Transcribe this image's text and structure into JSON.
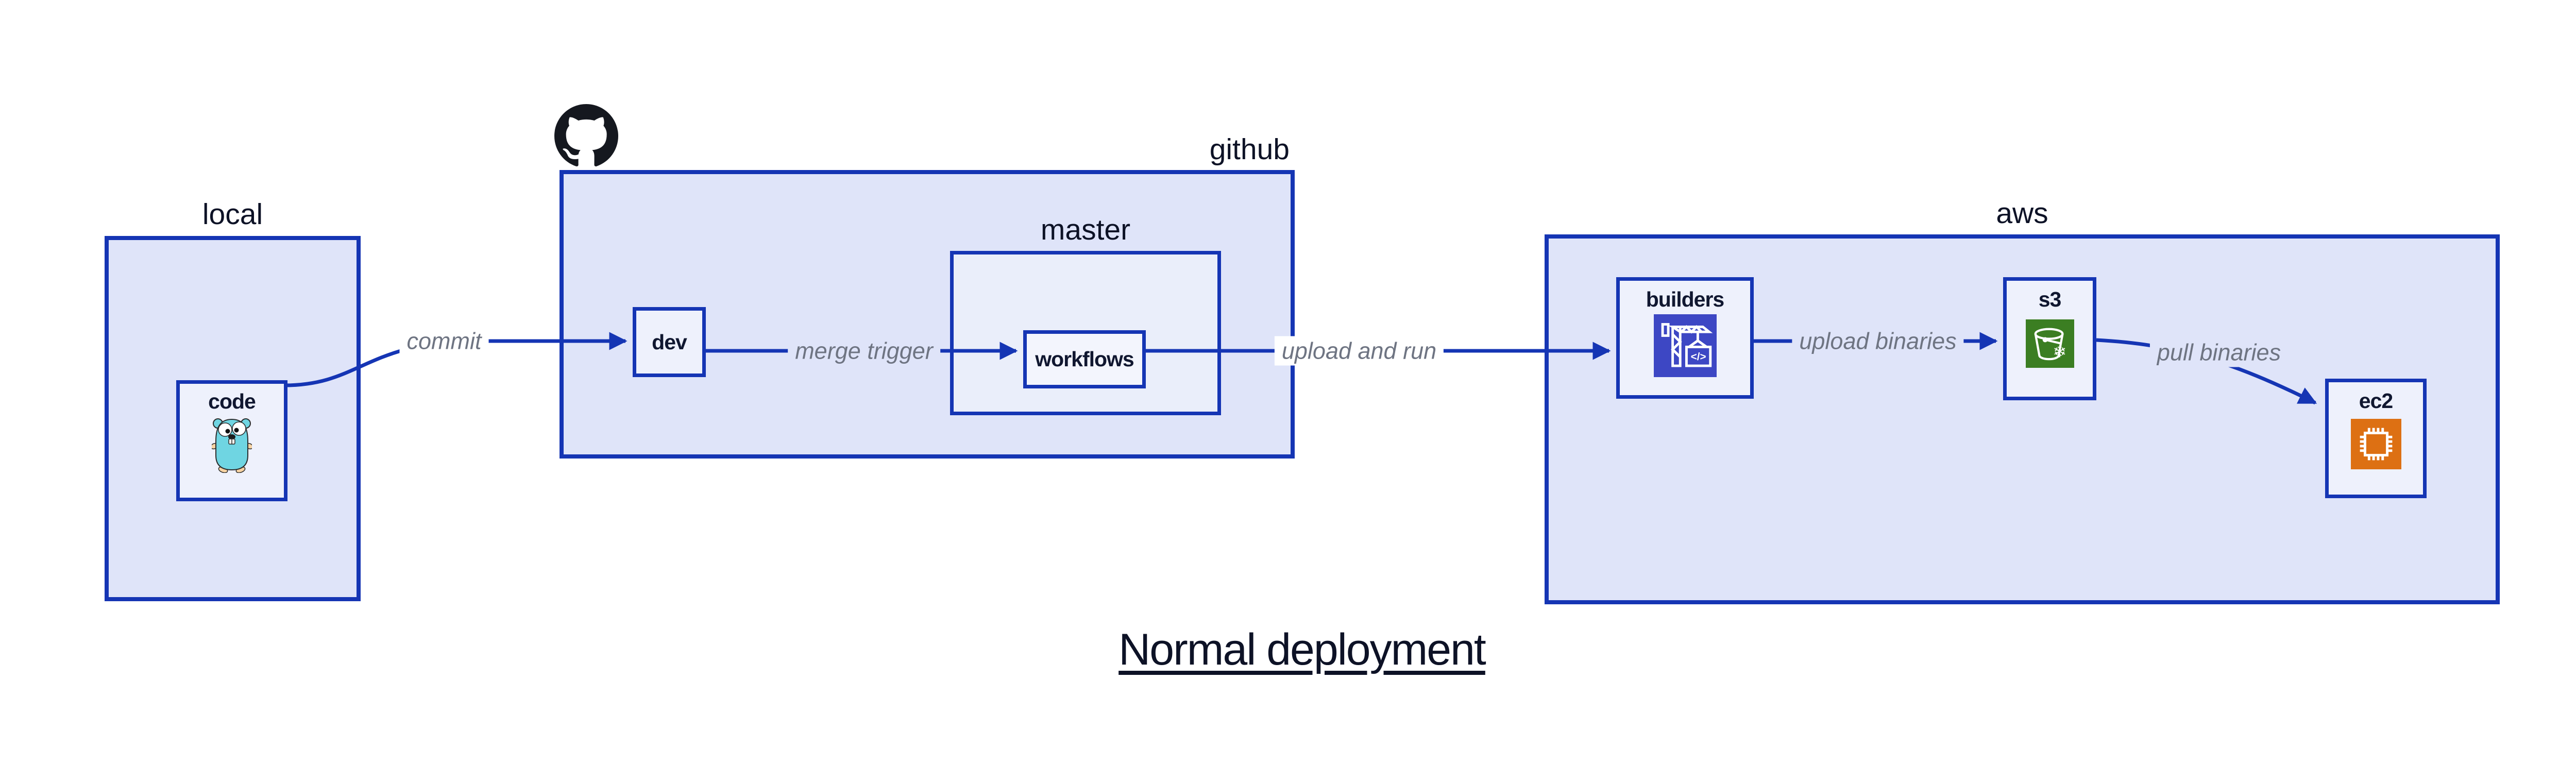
{
  "title": "Normal deployment",
  "regions": {
    "local": {
      "label": "local"
    },
    "github": {
      "label": "github"
    },
    "master": {
      "label": "master"
    },
    "aws": {
      "label": "aws"
    }
  },
  "nodes": {
    "code": {
      "label": "code",
      "icon": "go-gopher-icon"
    },
    "dev": {
      "label": "dev"
    },
    "workflows": {
      "label": "workflows"
    },
    "builders": {
      "label": "builders",
      "icon": "codebuild-crane-icon",
      "icon_glyph": "</>"
    },
    "s3": {
      "label": "s3",
      "icon": "s3-glacier-bucket-icon",
      "icon_glyph": "❄"
    },
    "ec2": {
      "label": "ec2",
      "icon": "ec2-chip-icon"
    }
  },
  "edges": {
    "commit": {
      "label": "commit"
    },
    "merge_trigger": {
      "label": "merge trigger"
    },
    "upload_and_run": {
      "label": "upload and run"
    },
    "upload_binaries": {
      "label": "upload binaries"
    },
    "pull_binaries": {
      "label": "pull binaries"
    }
  },
  "icons": {
    "github": "github-octocat-mark",
    "code": "go-gopher",
    "builders": "aws-codebuild-crane",
    "s3": "aws-s3-glacier-bucket",
    "ec2": "aws-ec2-chip"
  },
  "colors": {
    "stroke_blue": "#1535b4",
    "region_fill": "#dfe4f9",
    "node_fill": "#eef1fc",
    "edge_label_gray": "#6e7482",
    "text_navy": "#0d1226",
    "builders_icon_bg": "#3d47c4",
    "s3_icon_bg": "#3b7e22",
    "ec2_icon_bg": "#dd7013",
    "gopher_body": "#6fd5e2",
    "github_mark": "#15181f"
  }
}
